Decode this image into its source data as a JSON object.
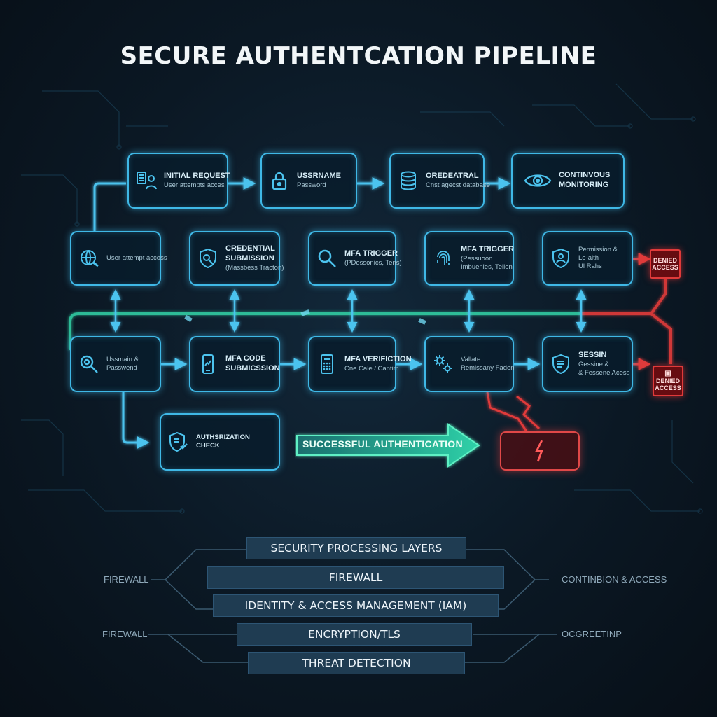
{
  "title": "SECURE AUTHENTCATION PIPELINE",
  "row1": [
    {
      "l1": "INITIAL REQUEST",
      "l2": "User attempts acces",
      "icon": "user-terminal-icon"
    },
    {
      "l1": "USSRNAME",
      "l2": "Password",
      "icon": "padlock-icon"
    },
    {
      "l1": "OREDEATRAL",
      "l2": "Cnst agecst database",
      "icon": "database-icon"
    },
    {
      "l1": "CONTINVOUS",
      "l2": "MONITORING",
      "icon": "eye-icon"
    }
  ],
  "row2": [
    {
      "l1": "",
      "l2": "User attempt accoss",
      "icon": "globe-icon"
    },
    {
      "l1": "CREDENTIAL",
      "l2": "SUBMISSION",
      "l3": "(Massbess Tracton)",
      "icon": "shield-key-icon"
    },
    {
      "l1": "MFA TRIGGER",
      "l2": "(PDessonics, Tens)",
      "icon": "magnifier-icon"
    },
    {
      "l1": "MFA TRIGGER",
      "l2": "(Pessuoon",
      "l3": "Imbuenies, Tellon",
      "icon": "fingerprint-icon"
    },
    {
      "l1": "Permission &",
      "l2": "Lo-alth",
      "l3": "Ul Rahs",
      "icon": "shield-user-icon"
    }
  ],
  "row3": [
    {
      "l1": "Ussmain &",
      "l2": "Passwend",
      "icon": "search-key-icon"
    },
    {
      "l1": "MFA CODE",
      "l2": "SUBMICSSION",
      "icon": "phone-icon"
    },
    {
      "l1": "MFA VERIFICTION",
      "l2": "Cne Cale / Cantim",
      "icon": "keypad-icon"
    },
    {
      "l1": "Vallate",
      "l2": "Remissany Faden",
      "icon": "gears-icon"
    },
    {
      "l1": "SESSIN",
      "l2": "Gessine &",
      "l3": "& Fessene Acess",
      "icon": "shield-list-icon"
    }
  ],
  "authorization": {
    "l1": "AUTHSRIZATION",
    "l2": "CHECK",
    "icon": "shield-check-icon"
  },
  "success_label": "SUCCESSFUL AUTHENTICATION",
  "denied_top": {
    "l1": "DENIED",
    "l2": "ACCESS"
  },
  "denied_bottom": {
    "l1": "DENIED",
    "l2": "ACCESS"
  },
  "layers": [
    "SECURITY PROCESSING LAYERS",
    "FIREWALL",
    "IDENTITY & ACCESS MANAGEMENT (IAM)",
    "ENCRYPTION/TLS",
    "THREAT DETECTION"
  ],
  "side_labels": {
    "left_top": "FIREWALL",
    "left_bottom": "FIREWALL",
    "right_top": "CONTINBION & ACCESS",
    "right_bottom": "OCGREETINP"
  },
  "colors": {
    "node_border": "#3fb8e6",
    "flow_teal": "#2fc9a0",
    "denied_red": "#e03a3a",
    "layer_fill": "#1f3c52"
  }
}
